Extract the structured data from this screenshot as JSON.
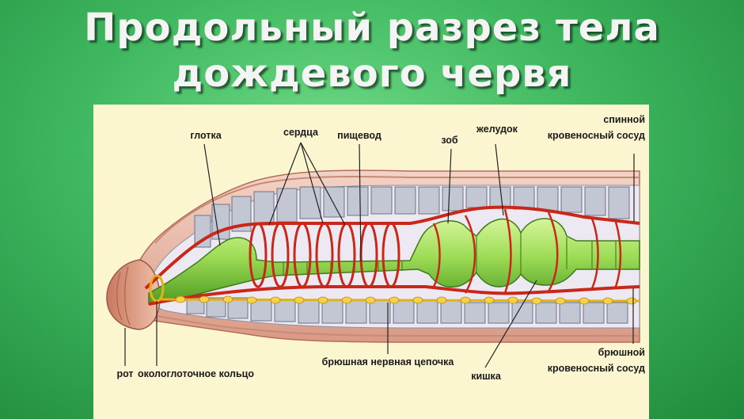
{
  "title": {
    "line1": "Продольный разрез тела",
    "line2": "дождевого червя"
  },
  "labels": {
    "pharynx": "глотка",
    "hearts": "сердца",
    "esophagus": "пищевод",
    "crop": "зоб",
    "stomach": "желудок",
    "dorsal_vessel_1": "спинной",
    "dorsal_vessel_2": "кровеносный сосуд",
    "mouth": "рот",
    "nerve_ring": "окологлоточное кольцо",
    "nerve_cord": "брюшная нервная цепочка",
    "intestine": "кишка",
    "ventral_vessel_1": "брюшной",
    "ventral_vessel_2": "кровеносный сосуд"
  },
  "colors": {
    "background": "#3fb760",
    "panel": "#fbf6cf",
    "body_wall": "#e9b8a6",
    "segments": "#b9bfcc",
    "gut": "#8fd34a",
    "vessel": "#c9271a",
    "nerve": "#f0c52a",
    "mouth": "#d9937a"
  }
}
